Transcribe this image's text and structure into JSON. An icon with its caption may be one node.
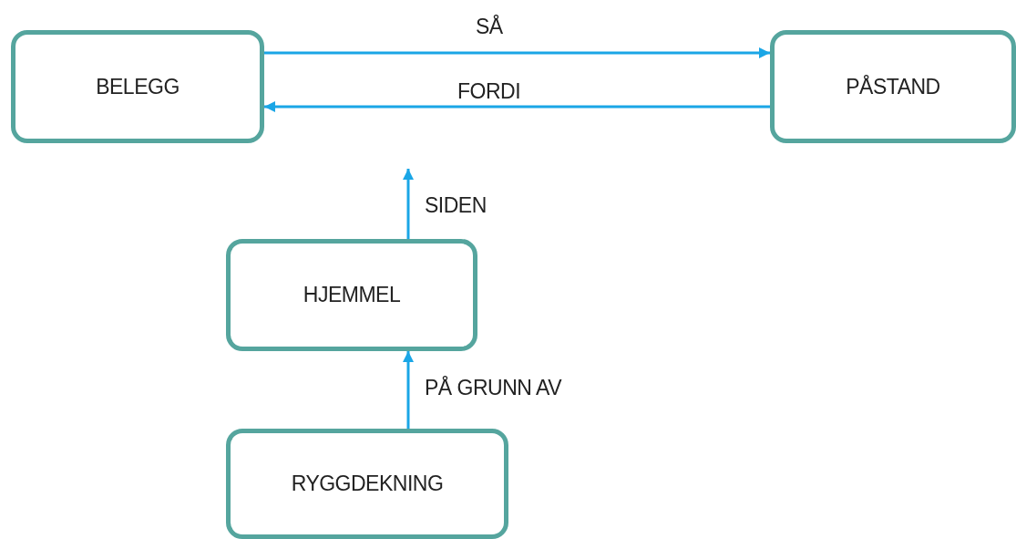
{
  "diagram": {
    "nodes": [
      {
        "text": [
          "BELEGG"
        ]
      },
      {
        "text": [
          "PÅSTAND"
        ]
      },
      {
        "text": [
          "HJEMMEL"
        ]
      },
      {
        "text": [
          "RYGGDEKNING"
        ]
      }
    ],
    "edges": [
      {
        "from": 0,
        "to": 1,
        "arrow": "to",
        "label": "SÅ"
      },
      {
        "from": 1,
        "to": 0,
        "arrow": "to",
        "label": "FORDI"
      },
      {
        "from": 2,
        "to": null,
        "arrow": "to",
        "label": "SIDEN"
      },
      {
        "from": 3,
        "to": 2,
        "arrow": "to",
        "label": "PÅ GRUNN AV"
      }
    ]
  }
}
